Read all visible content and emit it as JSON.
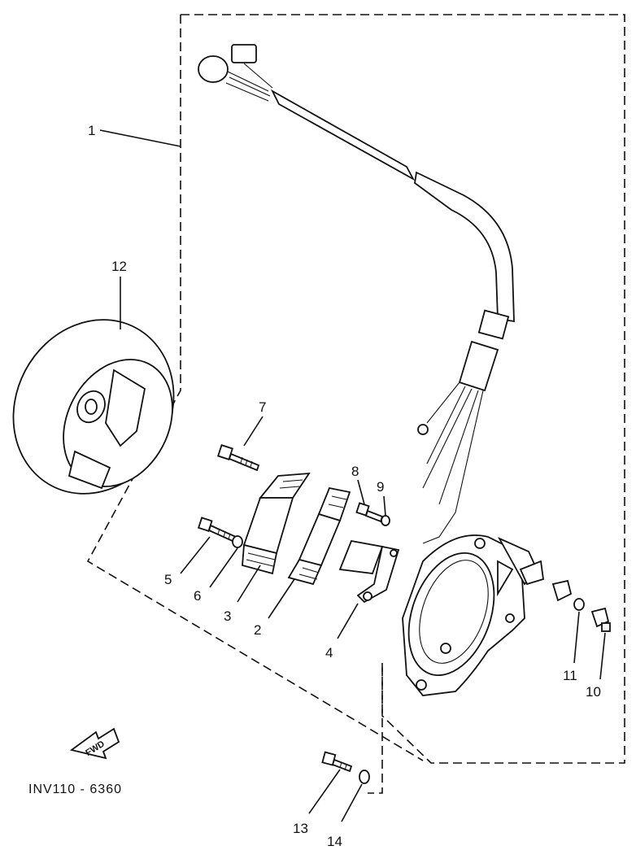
{
  "diagram": {
    "callouts": [
      {
        "id": "1",
        "text": "1"
      },
      {
        "id": "2",
        "text": "2"
      },
      {
        "id": "3",
        "text": "3"
      },
      {
        "id": "4",
        "text": "4"
      },
      {
        "id": "5",
        "text": "5"
      },
      {
        "id": "6",
        "text": "6"
      },
      {
        "id": "7",
        "text": "7"
      },
      {
        "id": "8",
        "text": "8"
      },
      {
        "id": "9",
        "text": "9"
      },
      {
        "id": "10",
        "text": "10"
      },
      {
        "id": "11",
        "text": "11"
      },
      {
        "id": "12",
        "text": "12"
      },
      {
        "id": "13",
        "text": "13"
      },
      {
        "id": "14",
        "text": "14"
      }
    ],
    "forward_arrow_text": "FWD",
    "drawing_code": "INV110 - 6360"
  }
}
